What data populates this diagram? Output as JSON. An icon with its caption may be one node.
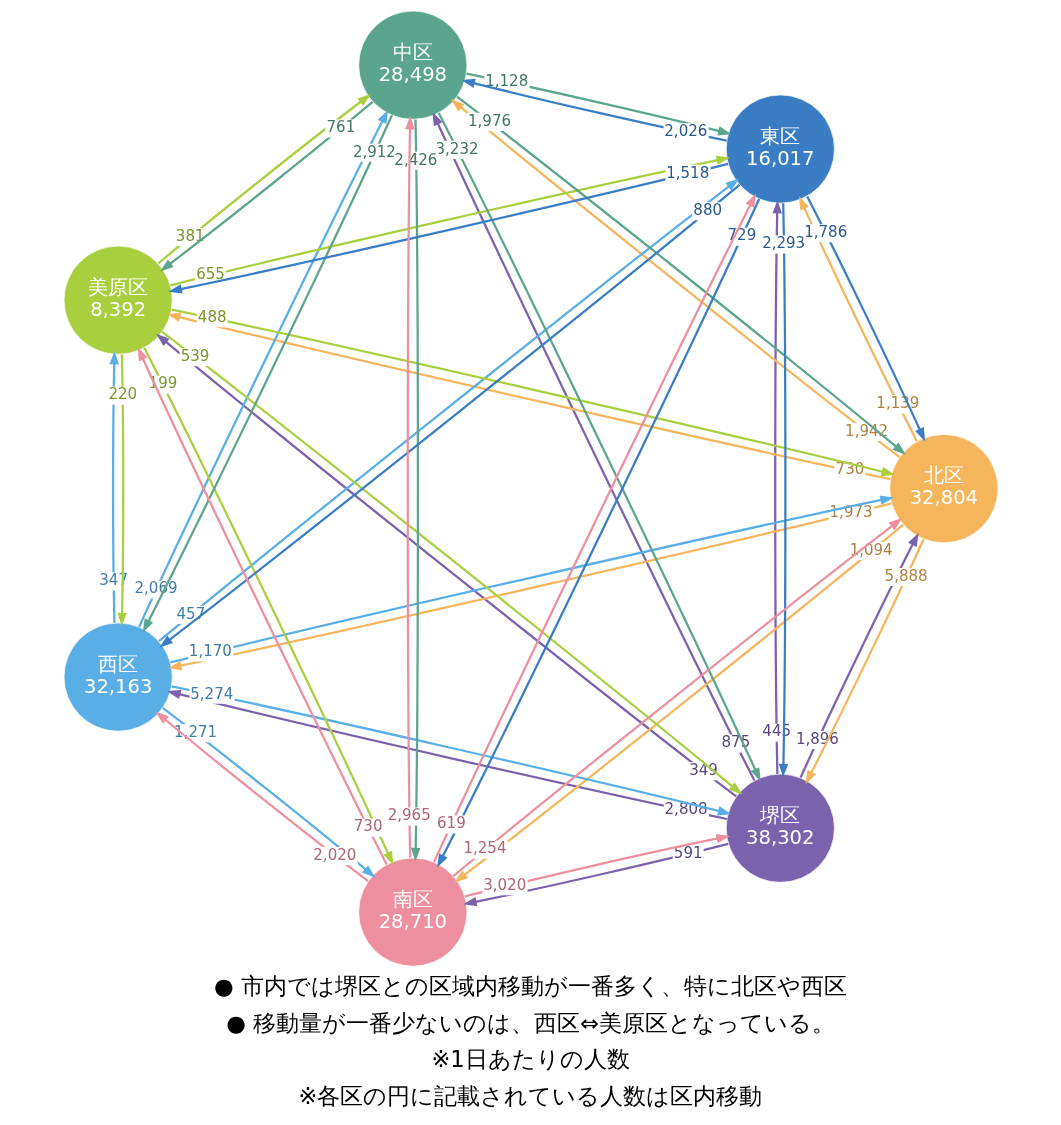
{
  "diagram": {
    "nodes": [
      {
        "text": [
          "堺区",
          "38,302"
        ]
      },
      {
        "text": [
          "北区",
          "32,804"
        ]
      },
      {
        "text": [
          "西区",
          "32,163"
        ]
      },
      {
        "text": [
          "美原区",
          "8,392"
        ]
      },
      {
        "text": [
          "中区",
          "28,498"
        ]
      },
      {
        "text": [
          "東区",
          "16,017"
        ]
      },
      {
        "text": [
          "南区",
          "28,710"
        ]
      }
    ],
    "edges": [
      {
        "from": 0,
        "to": 1,
        "arrow": "to",
        "label": "1,896",
        "color": "#7b62ad"
      },
      {
        "from": 0,
        "to": 2,
        "arrow": "to",
        "label": "2,808",
        "color": "#7b62ad"
      },
      {
        "from": 0,
        "to": 4,
        "arrow": "to",
        "label": "875",
        "color": "#7b62ad"
      },
      {
        "from": 0,
        "to": 6,
        "arrow": "to",
        "label": "591",
        "color": "#7b62ad"
      },
      {
        "from": 0,
        "to": 5,
        "arrow": "to",
        "label": "445",
        "color": "#7b62ad"
      },
      {
        "from": 0,
        "to": 3,
        "arrow": "to",
        "label": "349",
        "color": "#7b62ad"
      },
      {
        "from": 1,
        "to": 0,
        "arrow": "to",
        "label": "5,888",
        "color": "#f5b55a"
      },
      {
        "from": 1,
        "to": 2,
        "arrow": "to",
        "label": "1,973",
        "color": "#f5b55a"
      },
      {
        "from": 1,
        "to": 4,
        "arrow": "to",
        "label": "1,942",
        "color": "#f5b55a"
      },
      {
        "from": 1,
        "to": 5,
        "arrow": "to",
        "label": "1,139",
        "color": "#f5b55a"
      },
      {
        "from": 1,
        "to": 6,
        "arrow": "to",
        "label": "1,094",
        "color": "#f5b55a"
      },
      {
        "from": 1,
        "to": 3,
        "arrow": "to",
        "label": "730",
        "color": "#f5b55a"
      },
      {
        "from": 2,
        "to": 0,
        "arrow": "to",
        "label": "5,274",
        "color": "#5aaee6"
      },
      {
        "from": 2,
        "to": 1,
        "arrow": "to",
        "label": "1,170",
        "color": "#5aaee6"
      },
      {
        "from": 2,
        "to": 3,
        "arrow": "to",
        "label": "347",
        "color": "#5aaee6"
      },
      {
        "from": 2,
        "to": 4,
        "arrow": "to",
        "label": "2,069",
        "color": "#5aaee6"
      },
      {
        "from": 2,
        "to": 5,
        "arrow": "to",
        "label": "457",
        "color": "#5aaee6"
      },
      {
        "from": 2,
        "to": 6,
        "arrow": "to",
        "label": "1,271",
        "color": "#5aaee6"
      },
      {
        "from": 3,
        "to": 0,
        "arrow": "to",
        "label": "539",
        "color": "#a9cf3f"
      },
      {
        "from": 3,
        "to": 1,
        "arrow": "to",
        "label": "488",
        "color": "#a9cf3f"
      },
      {
        "from": 3,
        "to": 2,
        "arrow": "to",
        "label": "220",
        "color": "#a9cf3f"
      },
      {
        "from": 3,
        "to": 4,
        "arrow": "to",
        "label": "381",
        "color": "#a9cf3f"
      },
      {
        "from": 3,
        "to": 5,
        "arrow": "to",
        "label": "655",
        "color": "#a9cf3f"
      },
      {
        "from": 3,
        "to": 6,
        "arrow": "to",
        "label": "199",
        "color": "#a9cf3f"
      },
      {
        "from": 5,
        "to": 0,
        "arrow": "to",
        "label": "2,293",
        "color": "#3a7dc4"
      },
      {
        "from": 5,
        "to": 1,
        "arrow": "to",
        "label": "1,786",
        "color": "#3a7dc4"
      },
      {
        "from": 5,
        "to": 2,
        "arrow": "to",
        "label": "880",
        "color": "#3a7dc4"
      },
      {
        "from": 5,
        "to": 4,
        "arrow": "to",
        "label": "2,026",
        "color": "#3a7dc4"
      },
      {
        "from": 5,
        "to": 6,
        "arrow": "to",
        "label": "729",
        "color": "#3a7dc4"
      },
      {
        "from": 5,
        "to": 3,
        "arrow": "to",
        "label": "1,518",
        "color": "#3a7dc4"
      },
      {
        "from": 4,
        "to": 0,
        "arrow": "to",
        "label": "3,232",
        "color": "#5ba58e"
      },
      {
        "from": 4,
        "to": 1,
        "arrow": "to",
        "label": "1,976",
        "color": "#5ba58e"
      },
      {
        "from": 4,
        "to": 2,
        "arrow": "to",
        "label": "2,912",
        "color": "#5ba58e"
      },
      {
        "from": 4,
        "to": 5,
        "arrow": "to",
        "label": "1,128",
        "color": "#5ba58e"
      },
      {
        "from": 4,
        "to": 3,
        "arrow": "to",
        "label": "761",
        "color": "#5ba58e"
      },
      {
        "from": 4,
        "to": 6,
        "arrow": "to",
        "label": "2,426",
        "color": "#5ba58e"
      },
      {
        "from": 6,
        "to": 0,
        "arrow": "to",
        "label": "3,020",
        "color": "#ee8f9f"
      },
      {
        "from": 6,
        "to": 1,
        "arrow": "to",
        "label": "1,254",
        "color": "#ee8f9f"
      },
      {
        "from": 6,
        "to": 2,
        "arrow": "to",
        "label": "2,020",
        "color": "#ee8f9f"
      },
      {
        "from": 6,
        "to": 4,
        "arrow": "to",
        "label": "2,965",
        "color": "#ee8f9f"
      },
      {
        "from": 6,
        "to": 5,
        "arrow": "to",
        "label": "619",
        "color": "#ee8f9f"
      },
      {
        "from": 6,
        "to": 3,
        "arrow": "to",
        "label": "730",
        "color": "#ee8f9f"
      }
    ],
    "labels": [
      "● 市内では堺区との区域内移動が一番多く、特に北区や西区",
      "● 移動量が一番少ないのは、西区⇔美原区となっている。",
      "※1日あたりの人数",
      "※各区の円に記載されている人数は区内移動"
    ]
  }
}
